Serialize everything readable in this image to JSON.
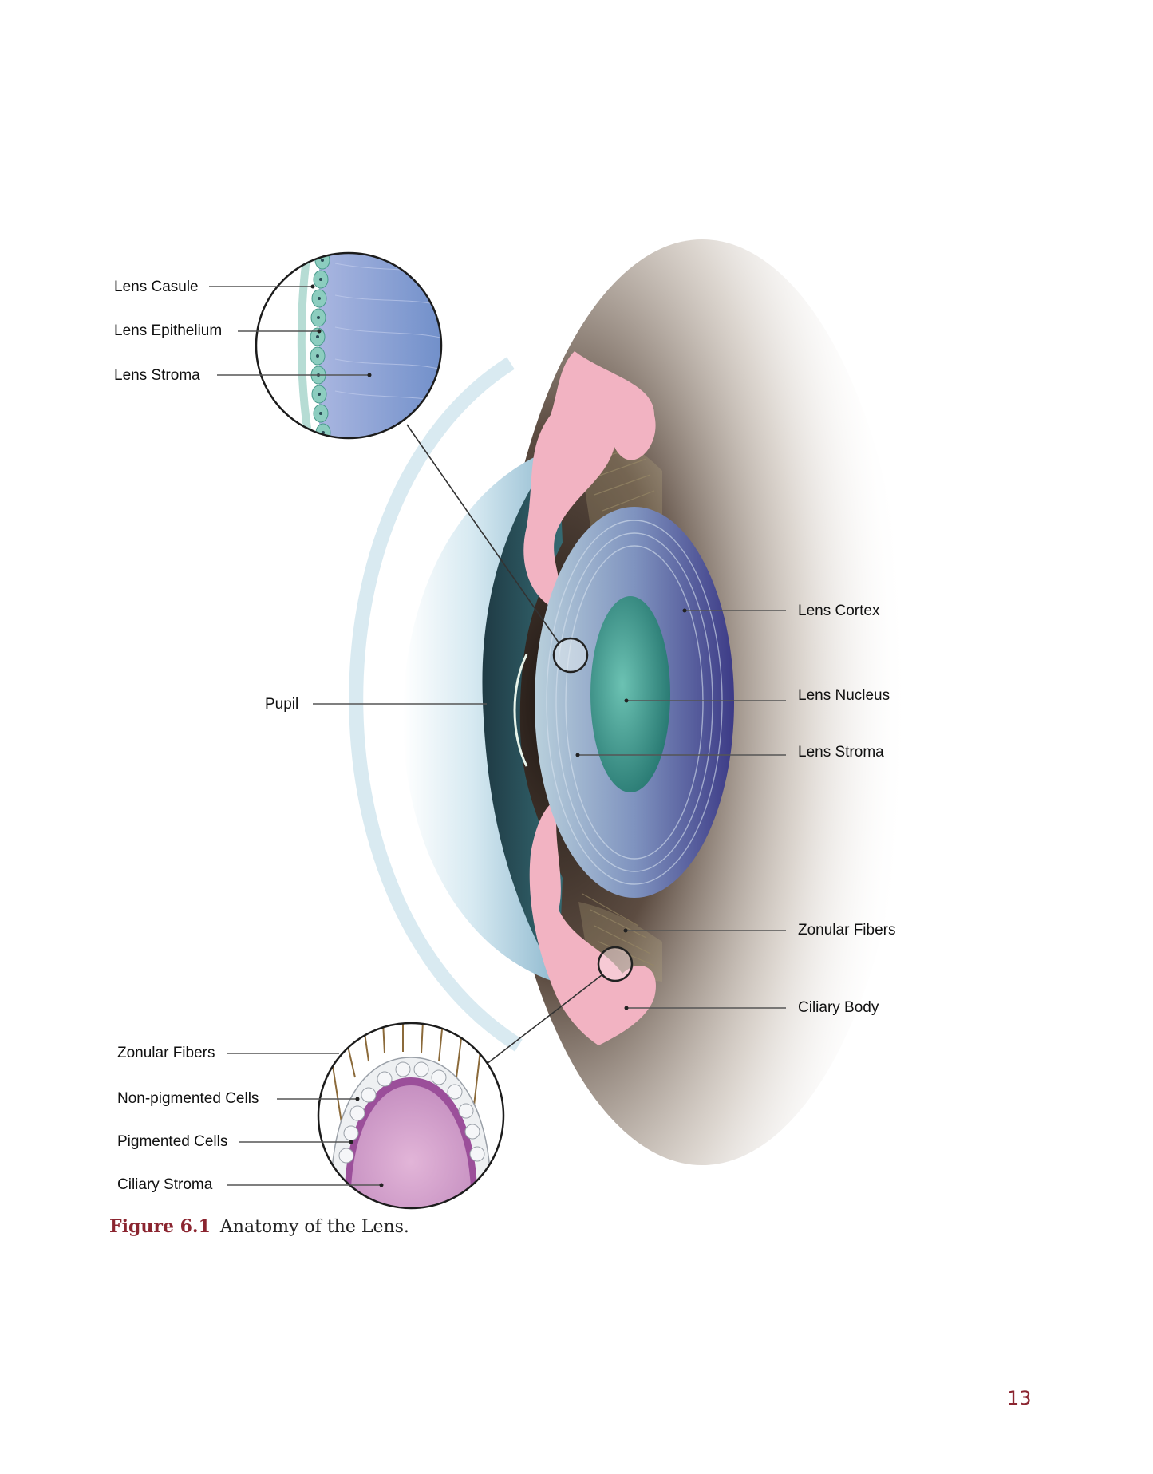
{
  "labels": {
    "lens_capsule": "Lens Casule",
    "lens_epithelium": "Lens Epithelium",
    "lens_stroma_inset": "Lens Stroma",
    "pupil": "Pupil",
    "lens_cortex": "Lens Cortex",
    "lens_nucleus": "Lens Nucleus",
    "lens_stroma": "Lens Stroma",
    "zonular_fibers_right": "Zonular Fibers",
    "ciliary_body": "Ciliary Body",
    "zonular_fibers_inset": "Zonular Fibers",
    "non_pigmented_cells": "Non-pigmented Cells",
    "pigmented_cells": "Pigmented Cells",
    "ciliary_stroma": "Ciliary Stroma"
  },
  "caption": {
    "figure_number": "Figure 6.1",
    "text": "Anatomy of the Lens."
  },
  "page_number": "13",
  "colors": {
    "caption_accent": "#8b2530",
    "lens_blue": "#7f99d0",
    "nucleus_teal": "#3f9a8d",
    "ciliary_pink": "#f2b3c2",
    "cornea_blue": "#b8d9e6",
    "stroma_pink": "#d9a6cc"
  }
}
